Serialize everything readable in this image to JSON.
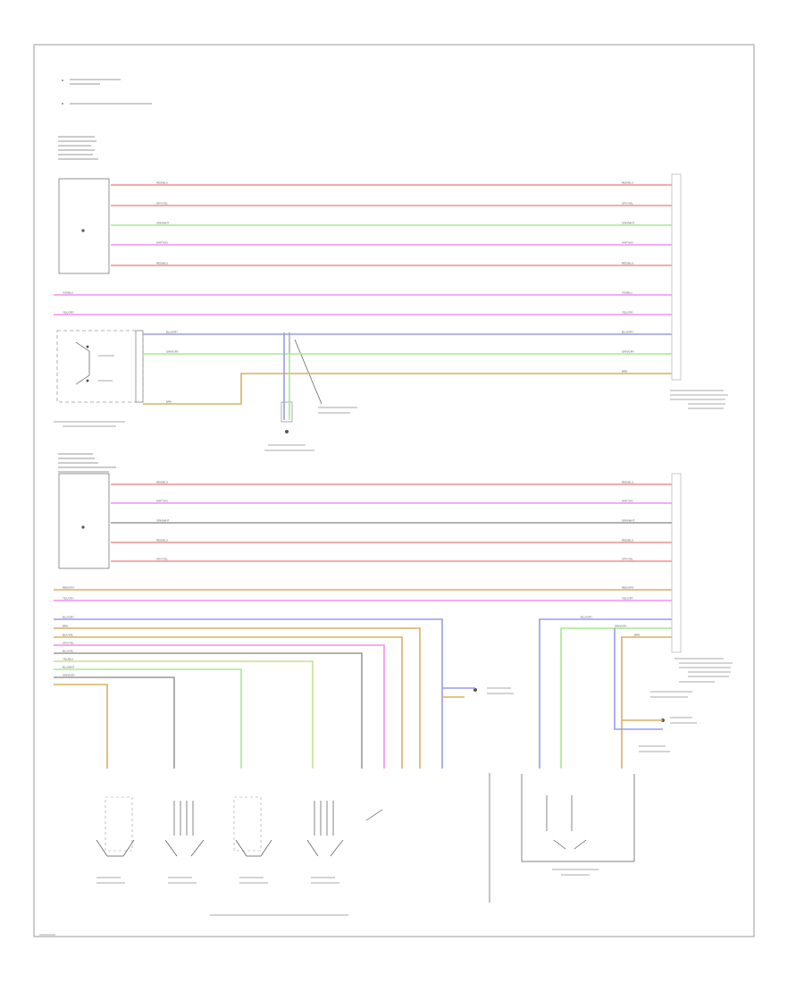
{
  "colors": {
    "red": "#f09090",
    "pink": "#f090f0",
    "green": "#a8e890",
    "blue": "#9a9af0",
    "tan": "#d8b060",
    "gray": "#999999",
    "yellowgreen": "#c8e090"
  },
  "wires": {
    "top_connector": [
      {
        "code": "RED/BLU",
        "color": "red"
      },
      {
        "code": "GRY/YEL",
        "color": "red"
      },
      {
        "code": "GRN/WHT",
        "color": "green"
      },
      {
        "code": "WHT/VIO",
        "color": "pink"
      },
      {
        "code": "RED/BLU",
        "color": "red"
      }
    ],
    "power": [
      {
        "code": "VIO/BLU",
        "color": "pink"
      },
      {
        "code": "YEL/GRY",
        "color": "pink"
      }
    ],
    "switch_rr": [
      {
        "code": "BLU/GRY",
        "color": "blue"
      },
      {
        "code": "GRN/GRY",
        "color": "green"
      },
      {
        "code": "BRN",
        "color": "tan"
      }
    ],
    "mid_connector": [
      {
        "code": "RED/BLU",
        "color": "red"
      },
      {
        "code": "WHT/VIO",
        "color": "pink"
      },
      {
        "code": "GRN/WHT",
        "color": "gray"
      },
      {
        "code": "RED/BLU",
        "color": "red"
      },
      {
        "code": "GRY/YEL",
        "color": "red"
      }
    ],
    "lower_power": [
      {
        "code": "RED/GRY",
        "color": "tan"
      },
      {
        "code": "YEL/GRY",
        "color": "pink"
      }
    ],
    "bus": [
      {
        "code": "BLU/GRY",
        "color": "blue"
      },
      {
        "code": "BRN",
        "color": "tan"
      },
      {
        "code": "BLK/YEL",
        "color": "tan"
      },
      {
        "code": "GRY/YEL",
        "color": "pink"
      },
      {
        "code": "BLU/YEL",
        "color": "gray"
      },
      {
        "code": "YEL/BLU",
        "color": "yellowgreen"
      },
      {
        "code": "BLU/WHT",
        "color": "green"
      },
      {
        "code": "GRN/GRY",
        "color": "gray"
      }
    ],
    "lr_switch": [
      {
        "code": "BLU/GRY",
        "color": "blue"
      },
      {
        "code": "GRN/GRY",
        "color": "green"
      },
      {
        "code": "BRN",
        "color": "tan"
      }
    ]
  }
}
